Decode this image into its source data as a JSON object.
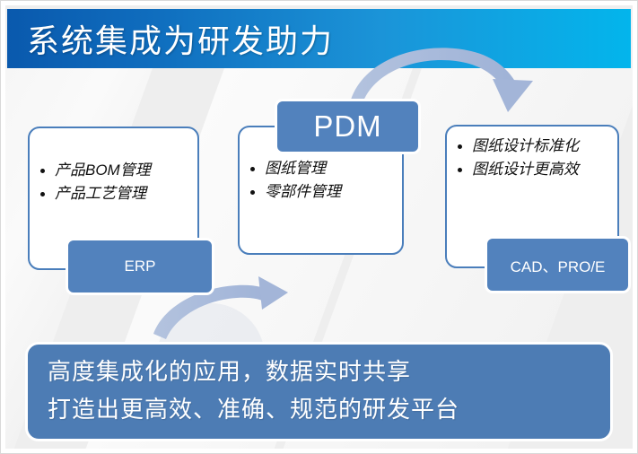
{
  "slide": {
    "title": "系统集成为研发助力",
    "accent_dark": "#0a59ad",
    "accent_light": "#03b5ec",
    "chip_blue": "#5282bd",
    "card_border": "#4a7ebb",
    "banner_blue": "#4d7cb4",
    "background": "#eeeeee"
  },
  "cards": [
    {
      "id": "left",
      "bullets": [
        "产品BOM管理",
        "产品工艺管理"
      ],
      "chip": "ERP"
    },
    {
      "id": "middle",
      "bullets": [
        "图纸管理",
        "零部件管理"
      ],
      "chip": "PDM"
    },
    {
      "id": "right",
      "bullets": [
        "图纸设计标准化",
        "图纸设计更高效"
      ],
      "chip": "CAD、PRO/E"
    }
  ],
  "banner": {
    "line1": "高度集成化的应用，数据实时共享",
    "line2": "打造出更高效、准确、规范的研发平台"
  },
  "arrows": [
    {
      "name": "erp-to-pdm-arrow",
      "direction": "right-up"
    },
    {
      "name": "pdm-to-cad-arrow",
      "direction": "right-down"
    }
  ]
}
